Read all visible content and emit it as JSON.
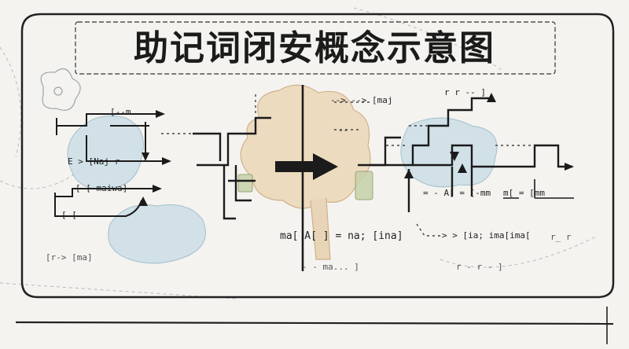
{
  "title": "助记词闭安概念示意图",
  "labels": {
    "upper_m": "[--m",
    "e_set": "E > [Naj r",
    "r_mask": "[ [-maiwa]",
    "bracket_low": "[ [",
    "bottom_left": "[r-> [ma]",
    "arrow_top": "--> --> [maj",
    "mid_top": "--",
    "r_top": "r r -- ]",
    "a_eq": "= - A[ = [-mm",
    "m_eq": "m[ = [mm",
    "center_eq": "ma[ A[ ] = na; [ina]",
    "dots_low": "- - ma... ]",
    "right_eq": "> > [ia; ima[ima[",
    "right_tail": "r_ r",
    "bottom_mid": "r - r - ]"
  },
  "colors": {
    "ink": "#1b1b1b",
    "frame": "#222222",
    "blob_blue": "#c9dde6",
    "blob_orange": "#ecd7b8",
    "blob_green": "#c7d1a8",
    "paper": "#f4f3ef"
  }
}
